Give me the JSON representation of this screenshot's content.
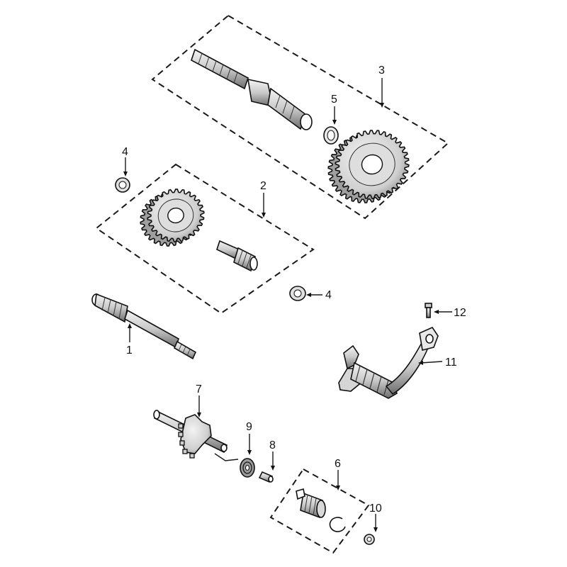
{
  "diagram": {
    "callouts": [
      {
        "id": "1",
        "label": "1"
      },
      {
        "id": "2",
        "label": "2"
      },
      {
        "id": "3",
        "label": "3"
      },
      {
        "id": "4a",
        "label": "4"
      },
      {
        "id": "4b",
        "label": "4"
      },
      {
        "id": "5",
        "label": "5"
      },
      {
        "id": "6",
        "label": "6"
      },
      {
        "id": "7",
        "label": "7"
      },
      {
        "id": "8",
        "label": "8"
      },
      {
        "id": "9",
        "label": "9"
      },
      {
        "id": "10",
        "label": "10"
      },
      {
        "id": "11",
        "label": "11"
      },
      {
        "id": "12",
        "label": "12"
      }
    ],
    "colors": {
      "ink": "#111111",
      "metal_light": "#e6e6e6",
      "metal_mid": "#b9b9b9",
      "metal_dark": "#5a5a5a"
    }
  }
}
